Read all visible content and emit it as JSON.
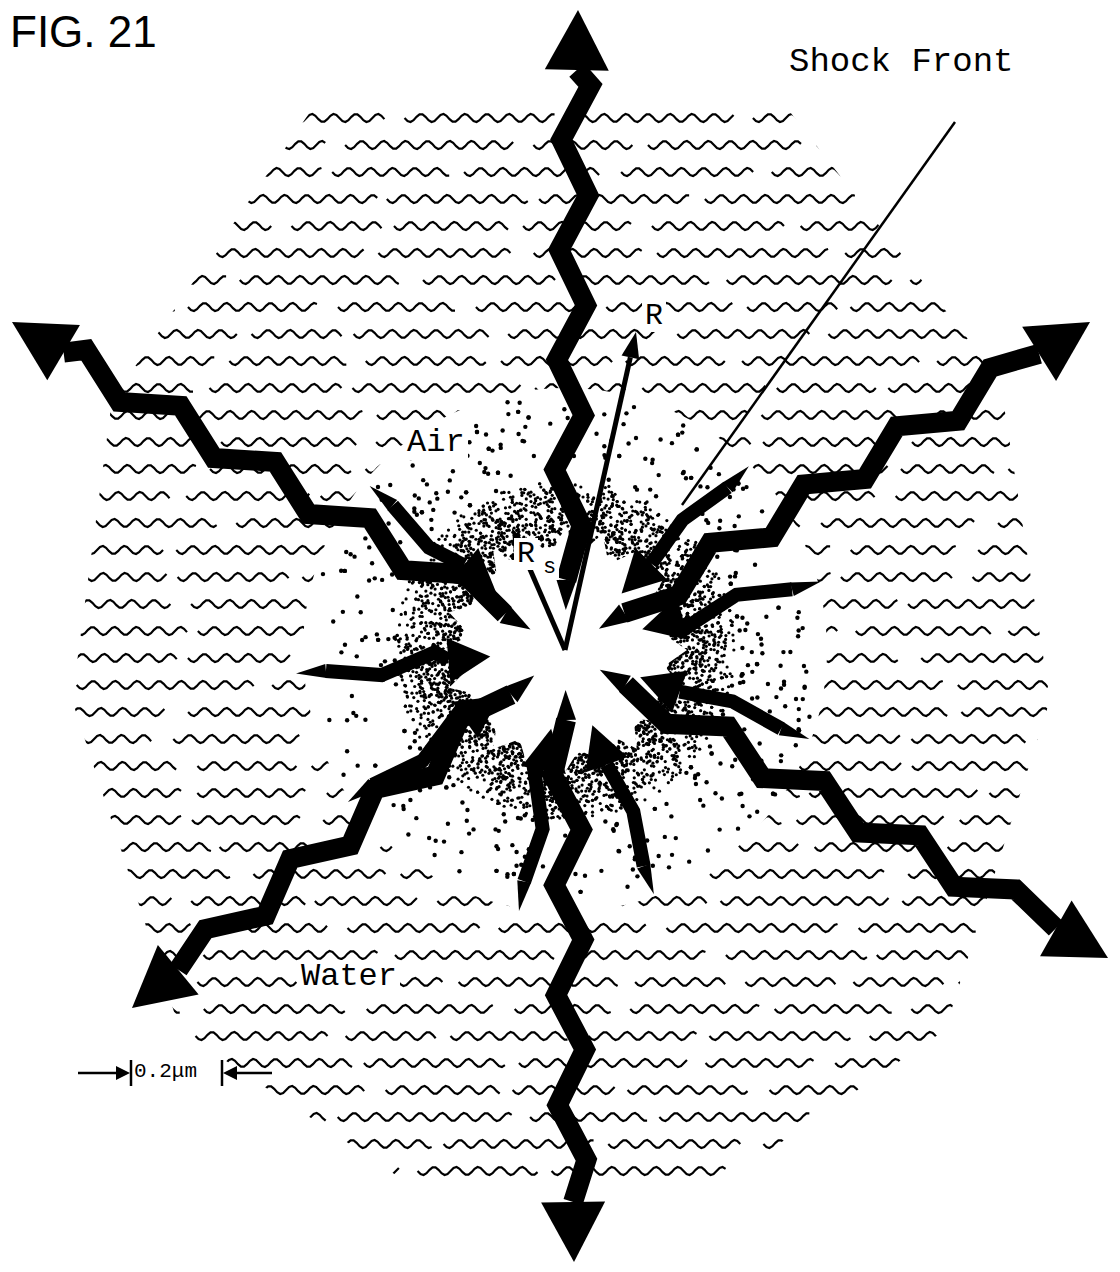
{
  "diagram": {
    "title": "FIG. 21",
    "labels": [
      "Shock Front",
      "Air",
      "R",
      "R",
      "s",
      "Water",
      "0.2μm"
    ]
  }
}
